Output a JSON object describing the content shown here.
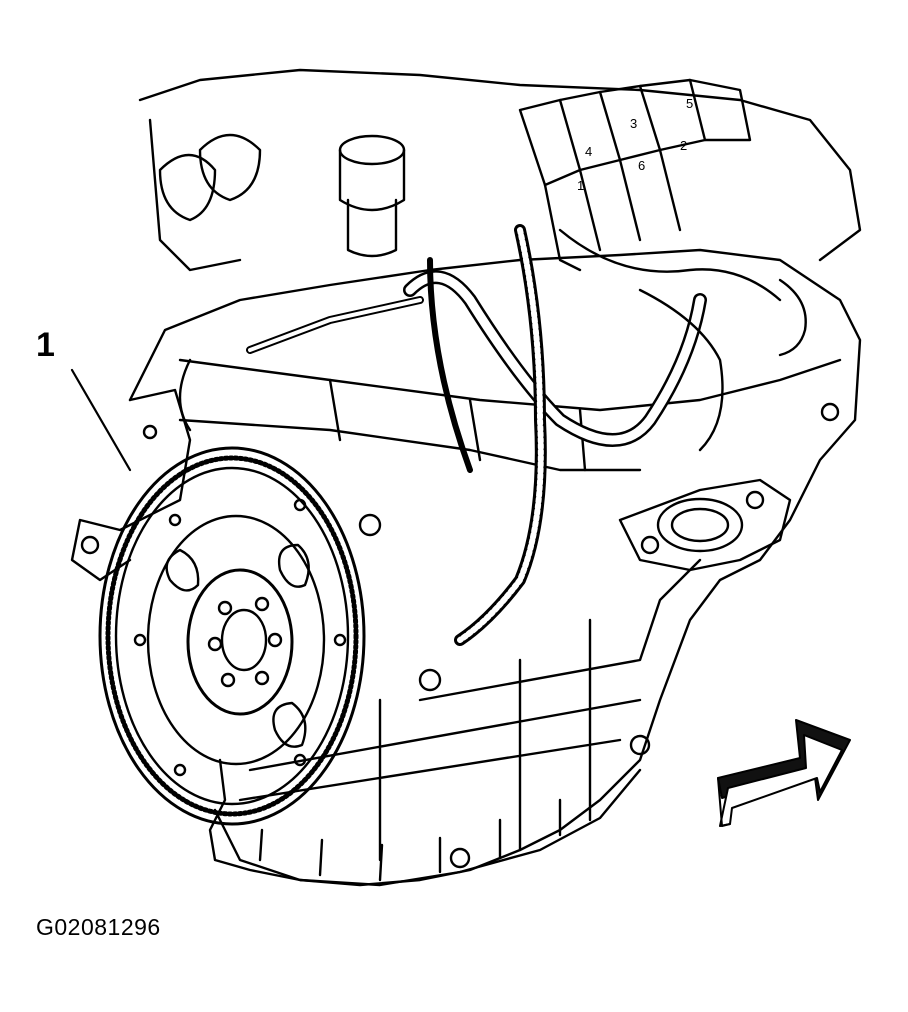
{
  "diagram": {
    "callouts": [
      {
        "id": "1",
        "label": "1",
        "target": "flywheel"
      }
    ],
    "figure_id": "G02081296",
    "coil_numbers": [
      "1",
      "2",
      "3",
      "4",
      "5",
      "6"
    ],
    "icons": {
      "direction_arrow": "arrow-right-icon"
    },
    "colors": {
      "ink": "#000000",
      "paper": "#ffffff",
      "arrow_shadow": "#111111"
    }
  }
}
